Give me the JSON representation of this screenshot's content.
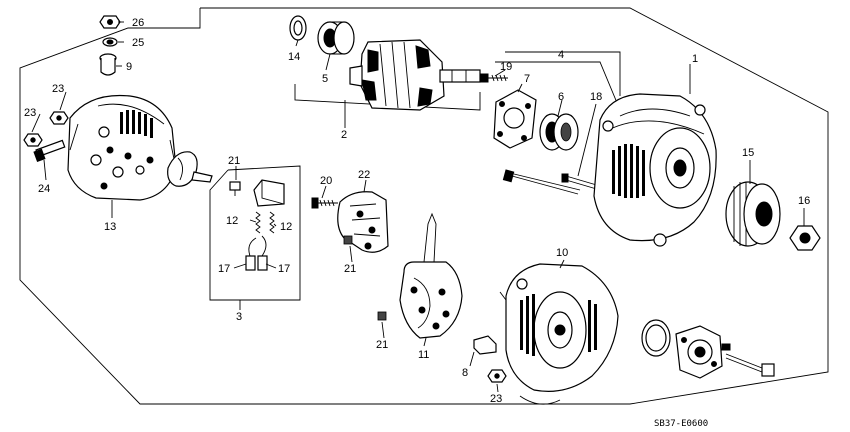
{
  "diagram": {
    "code": "SB37-E0600",
    "callouts": {
      "c1": "1",
      "c2": "2",
      "c3": "3",
      "c4": "4",
      "c5": "5",
      "c6": "6",
      "c7": "7",
      "c8": "8",
      "c9": "9",
      "c10": "10",
      "c11": "11",
      "c12a": "12",
      "c12b": "12",
      "c13": "13",
      "c14": "14",
      "c15": "15",
      "c16": "16",
      "c17a": "17",
      "c17b": "17",
      "c18": "18",
      "c19": "19",
      "c20": "20",
      "c21a": "21",
      "c21b": "21",
      "c21c": "21",
      "c22": "22",
      "c23a": "23",
      "c23b": "23",
      "c23c": "23",
      "c24": "24",
      "c25": "25",
      "c26": "26"
    }
  }
}
